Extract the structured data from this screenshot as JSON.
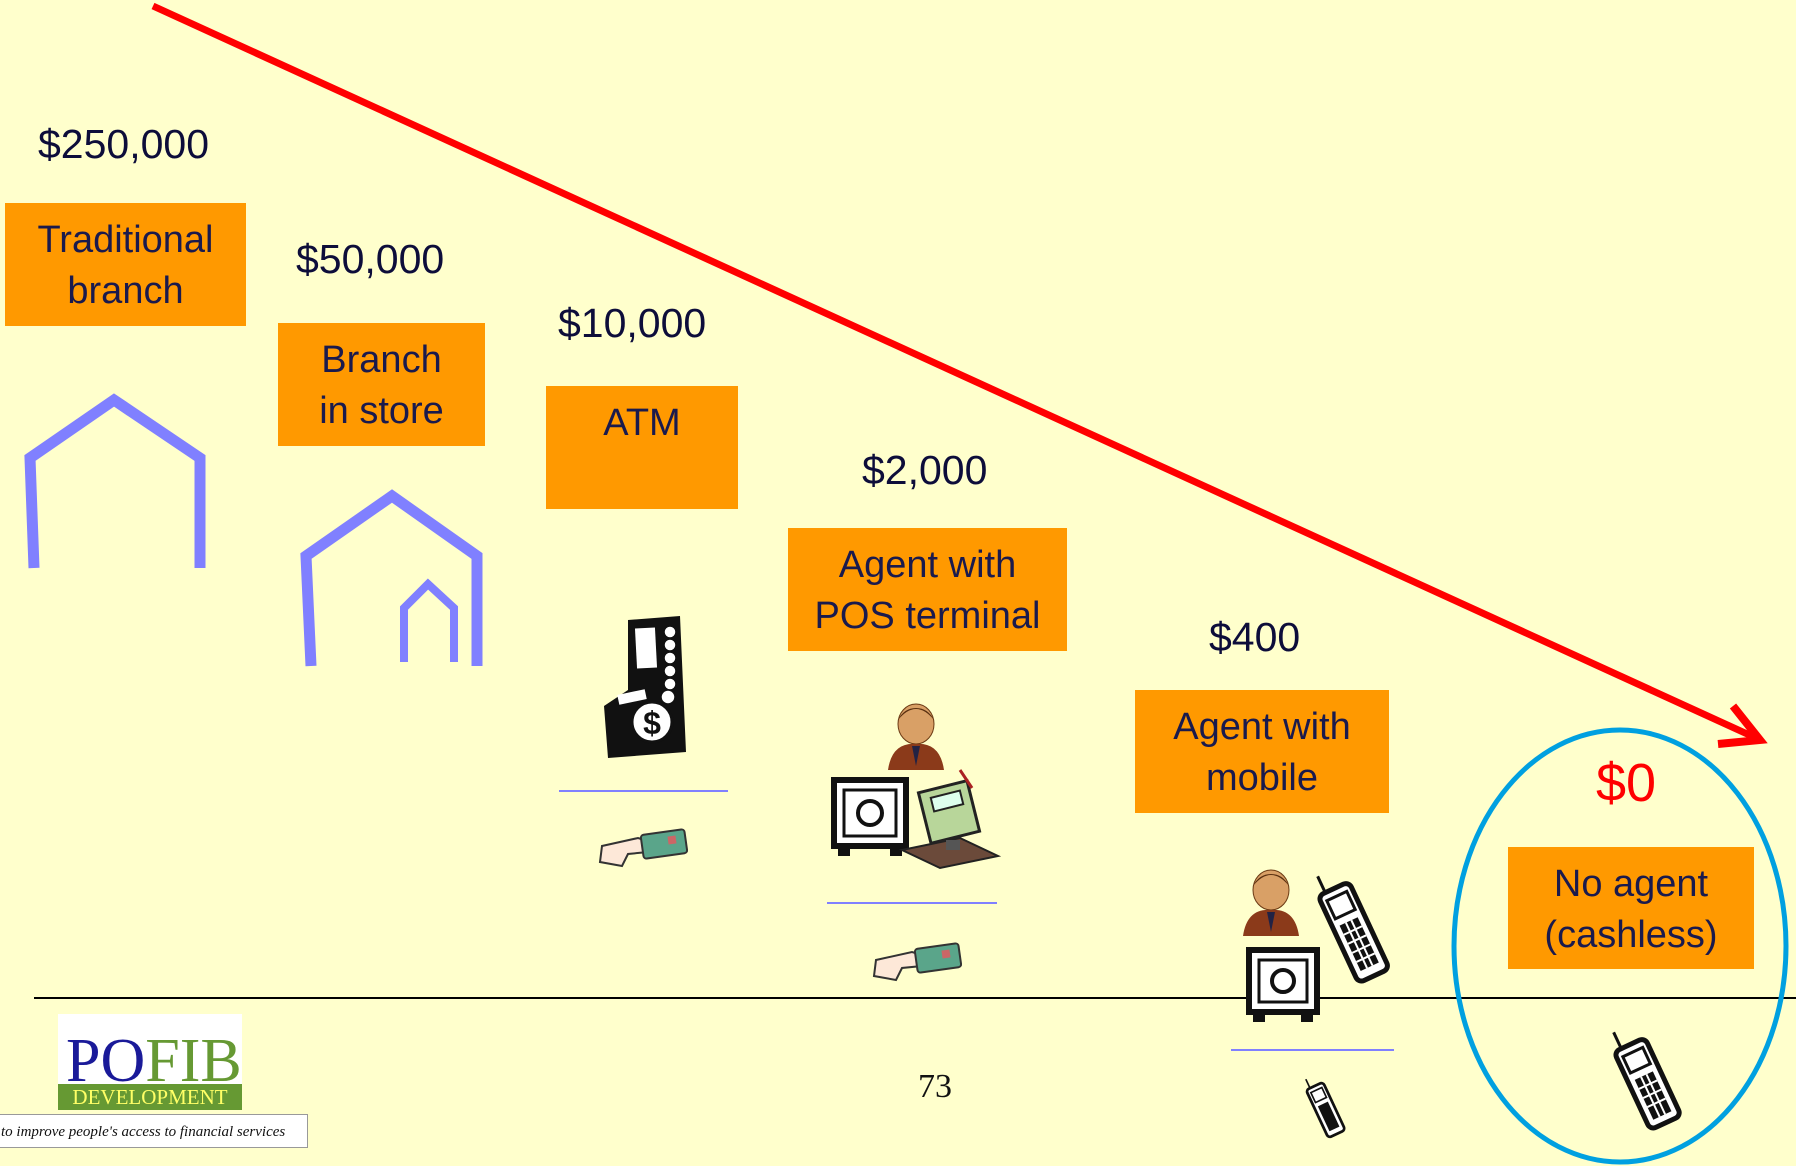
{
  "channels": [
    {
      "price": "$250,000",
      "label_lines": [
        "Traditional",
        "branch"
      ]
    },
    {
      "price": "$50,000",
      "label_lines": [
        "Branch",
        "in store"
      ]
    },
    {
      "price": "$10,000",
      "label_lines": [
        "ATM",
        ""
      ]
    },
    {
      "price": "$2,000",
      "label_lines": [
        "Agent with",
        "POS terminal"
      ]
    },
    {
      "price": "$400",
      "label_lines": [
        "Agent with",
        "mobile"
      ]
    },
    {
      "price": "$0",
      "label_lines": [
        "No agent",
        "(cashless)"
      ]
    }
  ],
  "page_number": "73",
  "logo": {
    "po": "PO",
    "fib": "FIB",
    "sub": "DEVELOPMENT",
    "tagline": "to improve people's access to financial services"
  },
  "colors": {
    "background": "#ffffcc",
    "box": "#ff9900",
    "arrow": "#ff0000",
    "house": "#8080ff",
    "circle": "#00a0e0",
    "zero_price": "#ff0000"
  }
}
